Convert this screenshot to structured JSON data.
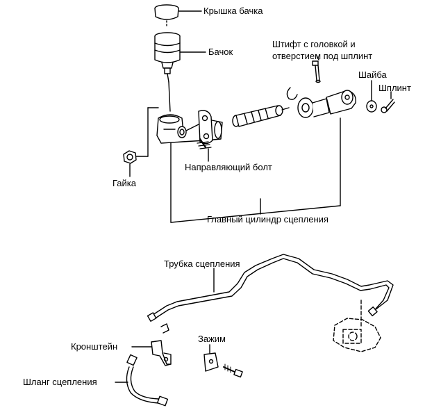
{
  "labels": {
    "reservoir_cap": "Крышка бачка",
    "reservoir": "Бачок",
    "pin_line1": "Штифт с головкой и",
    "pin_line2": "отверстием под шплинт",
    "washer": "Шайба",
    "cotter_pin": "Шплинт",
    "guide_bolt": "Направляющий болт",
    "nut": "Гайка",
    "master_cylinder": "Главный цилиндр сцепления",
    "clutch_pipe": "Трубка сцепления",
    "clamp": "Зажим",
    "bracket": "Кронштейн",
    "clutch_hose": "Шланг сцепления"
  },
  "colors": {
    "ink": "#000000",
    "paper": "#ffffff",
    "shade": "#bdbdbd"
  }
}
